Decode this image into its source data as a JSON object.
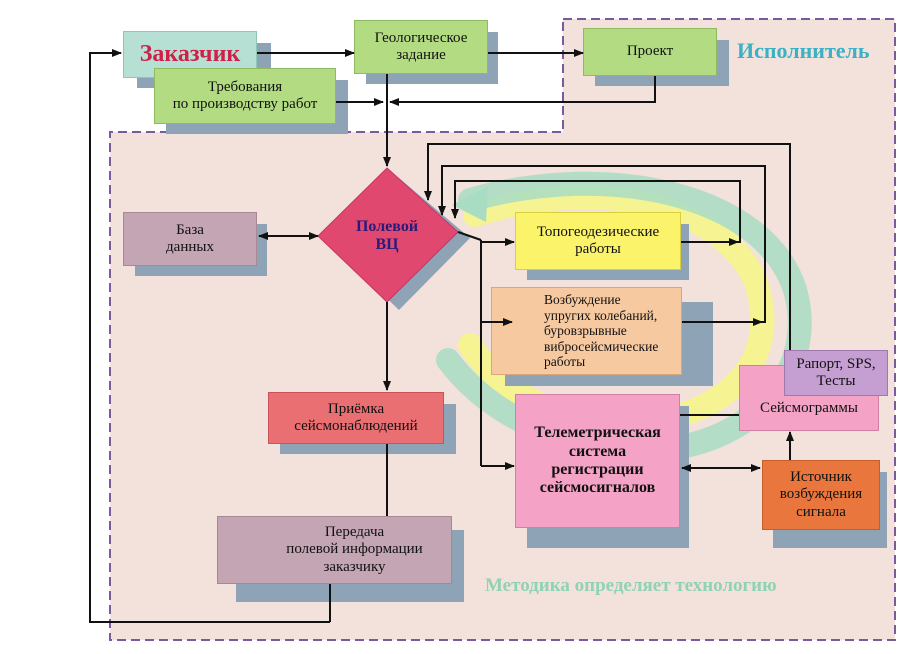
{
  "diagram": {
    "customer": "Заказчик",
    "geo_task": "Геологическое\nзадание",
    "project": "Проект",
    "executor": "Исполнитель",
    "requirements": "Требования\nпо производству работ",
    "field_center": "Полевой\nВЦ",
    "database": "База\nданных",
    "topo": "Топогеодезические\nработы",
    "excitation": "Возбуждение\nупругих колебаний,\nбуровзрывные\nвибросейсмические\nработы",
    "report": "Рапорт, SPS,\nТесты",
    "seismograms": "Сейсмограммы",
    "reception": "Приёмка\nсейсмонаблюдений",
    "telemetry": "Телеметрическая\nсистема\nрегистрации\nсейсмосигналов",
    "source": "Источник\nвозбуждения\nсигнала",
    "transfer": "Передача\nполевой информации\nзаказчику",
    "methodology": "Методика определяет технологию"
  },
  "colors": {
    "region_fill": "#f3e1dc",
    "region_border": "#7a5a9e",
    "green_box": "#b3dc82",
    "customer_box": "#b6e0d3",
    "customer_text": "#d0204a",
    "executor_text": "#3cb0c4",
    "diamond": "#e04870",
    "db_box": "#c4a5b3",
    "topo_box": "#fbf36a",
    "excitation_box": "#f7c9a0",
    "telemetry_box": "#f4a3c6",
    "report_box": "#c59ed2",
    "reception_box": "#e96f73",
    "source_box": "#e9773d",
    "shadow": "#8fa3b7",
    "methodology_text": "#8fd3b4"
  }
}
